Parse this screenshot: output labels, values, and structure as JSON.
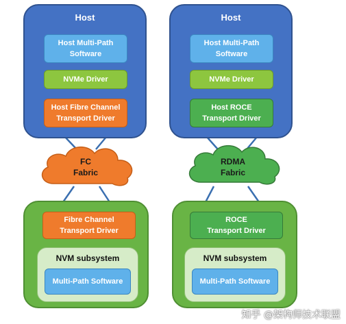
{
  "left": {
    "host_title": "Host",
    "multipath": "Host Multi-Path\nSoftware",
    "driver": "NVMe Driver",
    "transport": "Host Fibre Channel\nTransport Driver",
    "fabric": "FC\nFabric",
    "target_transport": "Fibre Channel\nTransport Driver",
    "subsystem_title": "NVM subsystem",
    "subsystem_multipath": "Multi-Path Software"
  },
  "right": {
    "host_title": "Host",
    "multipath": "Host Multi-Path\nSoftware",
    "driver": "NVMe Driver",
    "transport": "Host ROCE\nTransport Driver",
    "fabric": "RDMA\nFabric",
    "target_transport": "ROCE\nTransport Driver",
    "subsystem_title": "NVM subsystem",
    "subsystem_multipath": "Multi-Path Software"
  },
  "watermark": "知乎 @架构师技术联盟",
  "colors": {
    "host": "#4472c4",
    "multipath": "#5fb1ea",
    "driver": "#8dc63f",
    "fc": "#ef7b2c",
    "rdma": "#4caf50",
    "subsystem": "#69b445"
  }
}
